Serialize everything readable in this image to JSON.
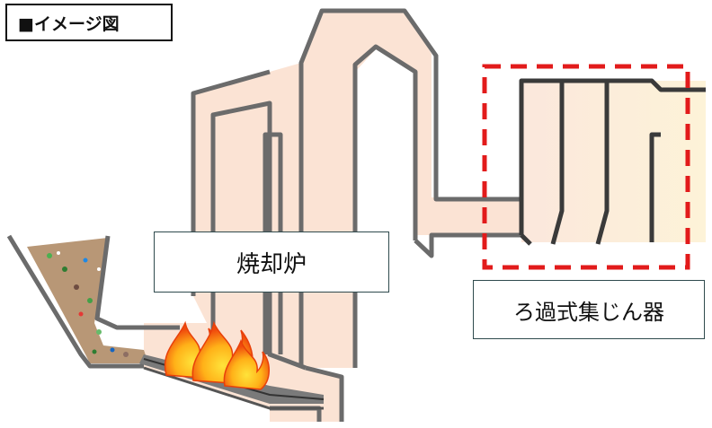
{
  "title_badge": "■イメージ図",
  "labels": {
    "incinerator": "焼却炉",
    "bag_filter": "ろ過式集じん器"
  },
  "colors": {
    "duct_fill": "#fbe3d4",
    "filter_fill": "#fdf1dd",
    "outline": "#666666",
    "filter_frame": "#e21b1b",
    "flame_outer": "#f2540f",
    "flame_inner": "#ffd21f"
  },
  "icons": [
    "flame-icon",
    "waste-pile-icon",
    "filter-bag-icon"
  ]
}
